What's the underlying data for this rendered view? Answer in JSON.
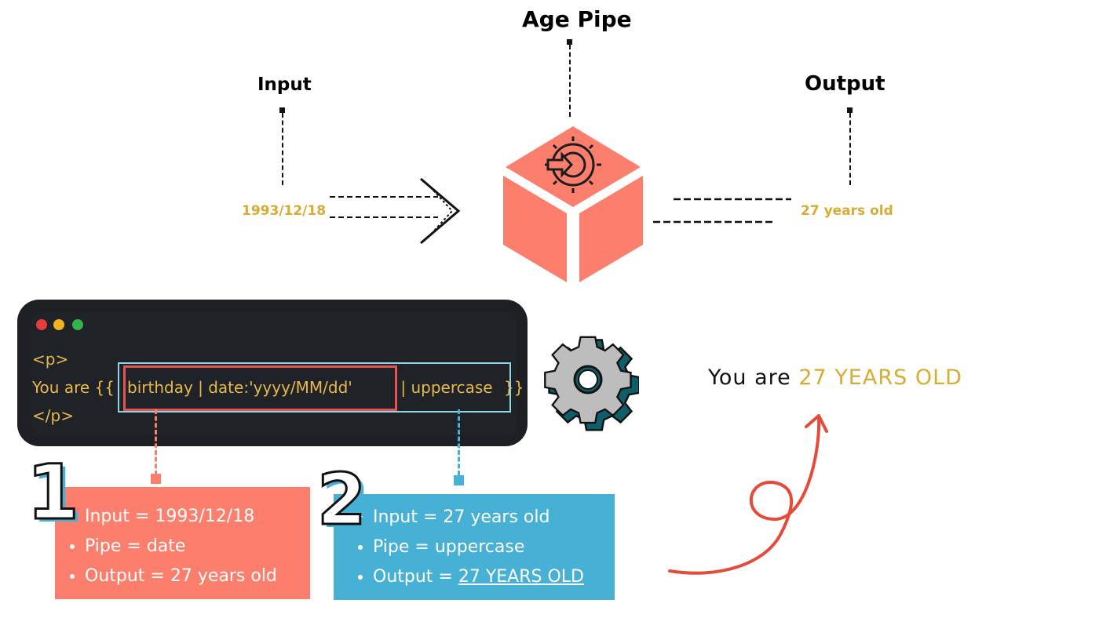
{
  "titles": {
    "age_pipe": "Age Pipe",
    "input": "Input",
    "output": "Output"
  },
  "flow": {
    "input_value": "1993/12/18",
    "output_value": "27 years old"
  },
  "code": {
    "line1": "<p>",
    "line2_prefix": "You are {{",
    "line2_birthday": "birthday | date:'yyyy/MM/dd'",
    "line2_pipe": " | uppercase",
    "line2_suffix": "}}",
    "line3": "</p>"
  },
  "steps": [
    {
      "number": "1",
      "items": [
        "Input = 1993/12/18",
        "Pipe = date",
        "Output = 27 years old"
      ]
    },
    {
      "number": "2",
      "items": [
        "Input = 27 years old",
        "Pipe = uppercase"
      ],
      "output_label": "Output = ",
      "output_value": "27 YEARS OLD"
    }
  ],
  "result": {
    "prefix": "You are ",
    "value": "27 YEARS OLD"
  },
  "colors": {
    "coral": "#fb7f6c",
    "blue": "#46b1d4",
    "gold": "#d9aa34",
    "red_box": "#e35454",
    "cyan_box": "#8fd6e5",
    "arrow_red": "#e64a3a"
  },
  "icons": [
    "pipe-cube-icon",
    "gear-arrow-icon",
    "double-chevron-arrow-icon",
    "gear-icon",
    "curly-arrow-icon"
  ]
}
